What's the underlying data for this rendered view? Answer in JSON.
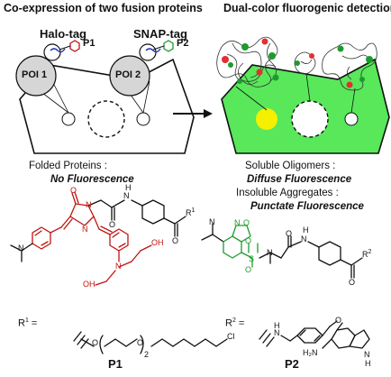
{
  "headers": {
    "left": "Co-expression of two fusion proteins",
    "right": "Dual-color fluorogenic detection"
  },
  "tags": {
    "halo": "Halo-tag",
    "snap": "SNAP-tag",
    "p1": "P1",
    "p2": "P2"
  },
  "poi": {
    "poi1": "POI 1",
    "poi2": "POI 2"
  },
  "captions": {
    "folded": "Folded Proteins :",
    "no_fluor": "No Fluorescence",
    "soluble": "Soluble Oligomers :",
    "diffuse": "Diffuse Fluorescence",
    "insoluble": "Insoluble Aggregates :",
    "punctate": "Punctate Fluorescence"
  },
  "r_groups": {
    "r1_label": "R",
    "r1_sup": "1",
    "r1_eq": " =",
    "r2_label": "R",
    "r2_sup": "2",
    "r2_eq": " =",
    "linker_sub": "2",
    "cl": "Cl",
    "nh2": "H₂N",
    "nh": "N",
    "n_h": "H"
  },
  "compounds": {
    "p1": "P1",
    "p2": "P2"
  },
  "atoms": {
    "n": "N",
    "o": "O",
    "s": "S",
    "r1": "R",
    "r1_sup": "1",
    "r2": "R",
    "r2_sup": "2",
    "h": "H",
    "oh": "OH"
  },
  "colors": {
    "red_dye": "#c0140f",
    "green_dye": "#1c9c2c",
    "cell_green": "#58e85a",
    "cell_gray": "#ffffff",
    "puncta": "#f4f000",
    "poi_gray": "#d6d6d6"
  }
}
